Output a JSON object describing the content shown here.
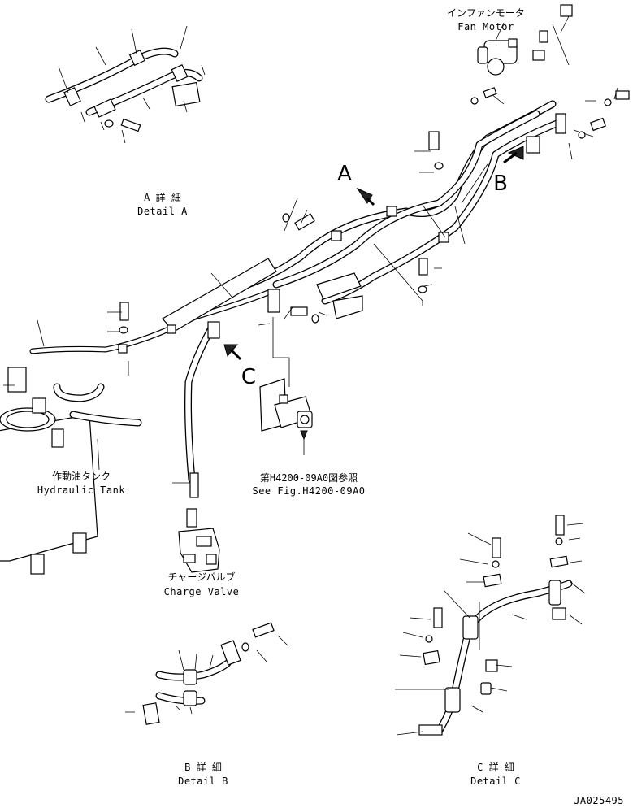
{
  "labels": {
    "fan_motor_jp": "インファンモータ",
    "fan_motor_en": "Fan Motor",
    "detail_a_jp": "A 詳 細",
    "detail_a_en": "Detail A",
    "hydraulic_tank_jp": "作動油タンク",
    "hydraulic_tank_en": "Hydraulic Tank",
    "see_fig_jp": "第H4200-09A0図参照",
    "see_fig_en": "See Fig.H4200-09A0",
    "charge_valve_jp": "チャージバルブ",
    "charge_valve_en": "Charge Valve",
    "detail_b_jp": "B 詳 細",
    "detail_b_en": "Detail B",
    "detail_c_jp": "C 詳 細",
    "detail_c_en": "Detail C",
    "view_a": "A",
    "view_b": "B",
    "view_c": "C",
    "drawing_no": "JA025495"
  }
}
